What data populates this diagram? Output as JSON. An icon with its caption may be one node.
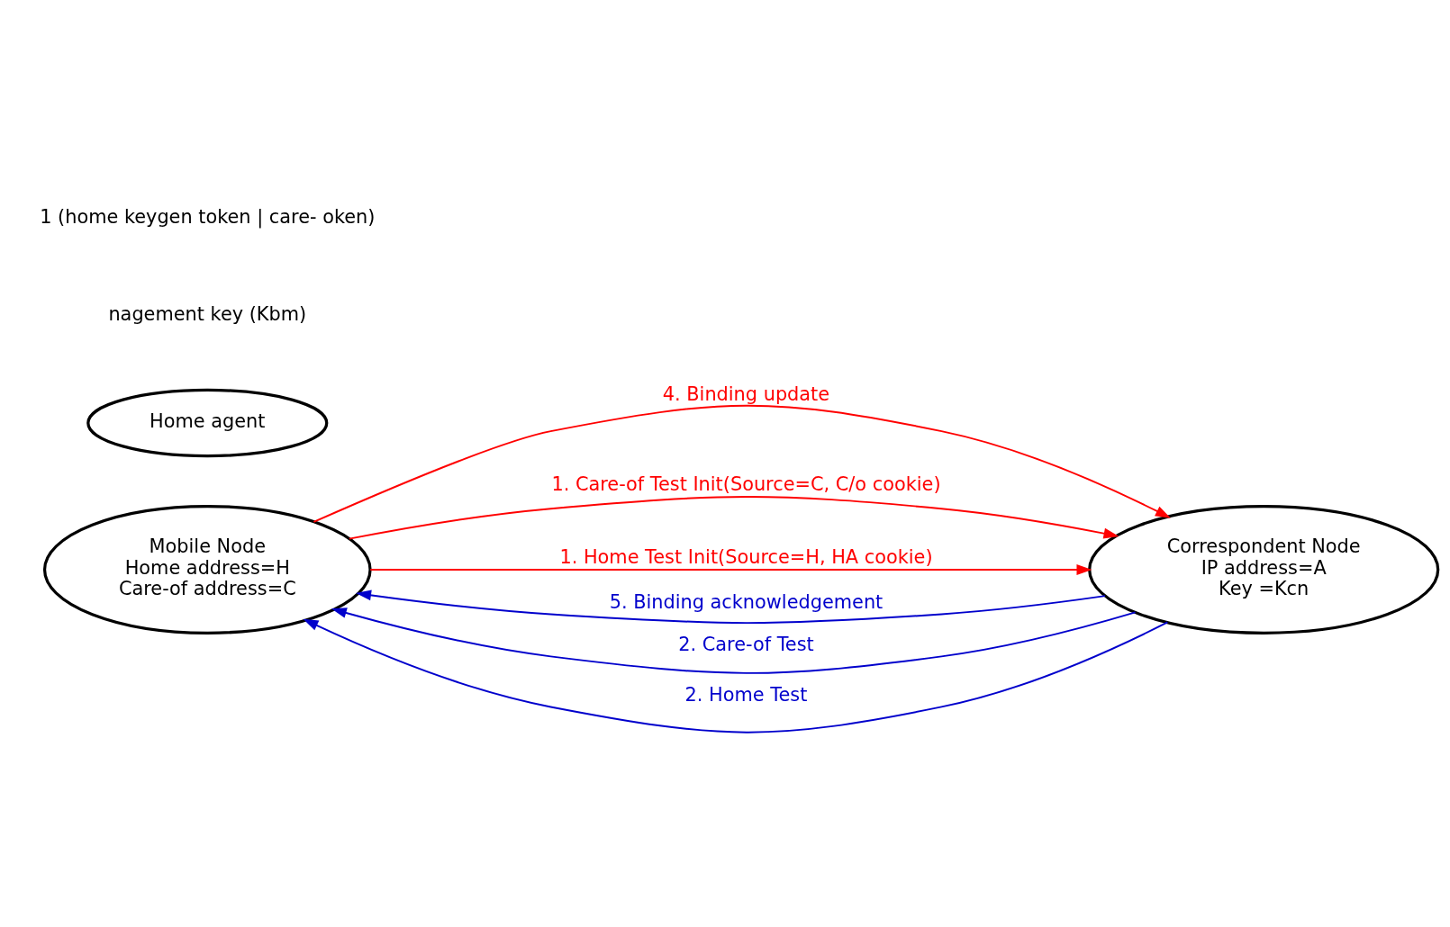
{
  "diagram": {
    "nodes": [
      {
        "text": [
          "Mobile Node",
          "Home address=H",
          "Care-of address=C"
        ]
      },
      {
        "text": [
          "Correspondent Node",
          "IP address=A",
          "Key =Kcn"
        ]
      },
      {
        "text": [
          "Home agent"
        ]
      }
    ],
    "edges": [
      {
        "from": 1,
        "to": 0,
        "arrow": "to",
        "label": "5. Binding acknowledgement",
        "color": "#0000cc"
      },
      {
        "from": 0,
        "to": 1,
        "arrow": "to",
        "label": "4. Binding update",
        "color": "#ff0000"
      },
      {
        "from": 1,
        "to": 0,
        "arrow": "to",
        "label": "2. Care-of Test",
        "color": "#0000cc"
      },
      {
        "from": 0,
        "to": 1,
        "arrow": "to",
        "label": "1. Care-of Test Init(Source=C, C/o cookie)",
        "color": "#ff0000"
      },
      {
        "from": 0,
        "to": 1,
        "arrow": "to",
        "label": "1. Home Test Init(Source=H, HA cookie)",
        "color": "#ff0000"
      },
      {
        "from": 1,
        "to": 0,
        "arrow": "to",
        "label": "2. Home Test",
        "color": "#0000cc"
      }
    ],
    "labels": [
      "nagement key (Kbm)",
      "1 (home keygen token | care- oken)"
    ]
  }
}
